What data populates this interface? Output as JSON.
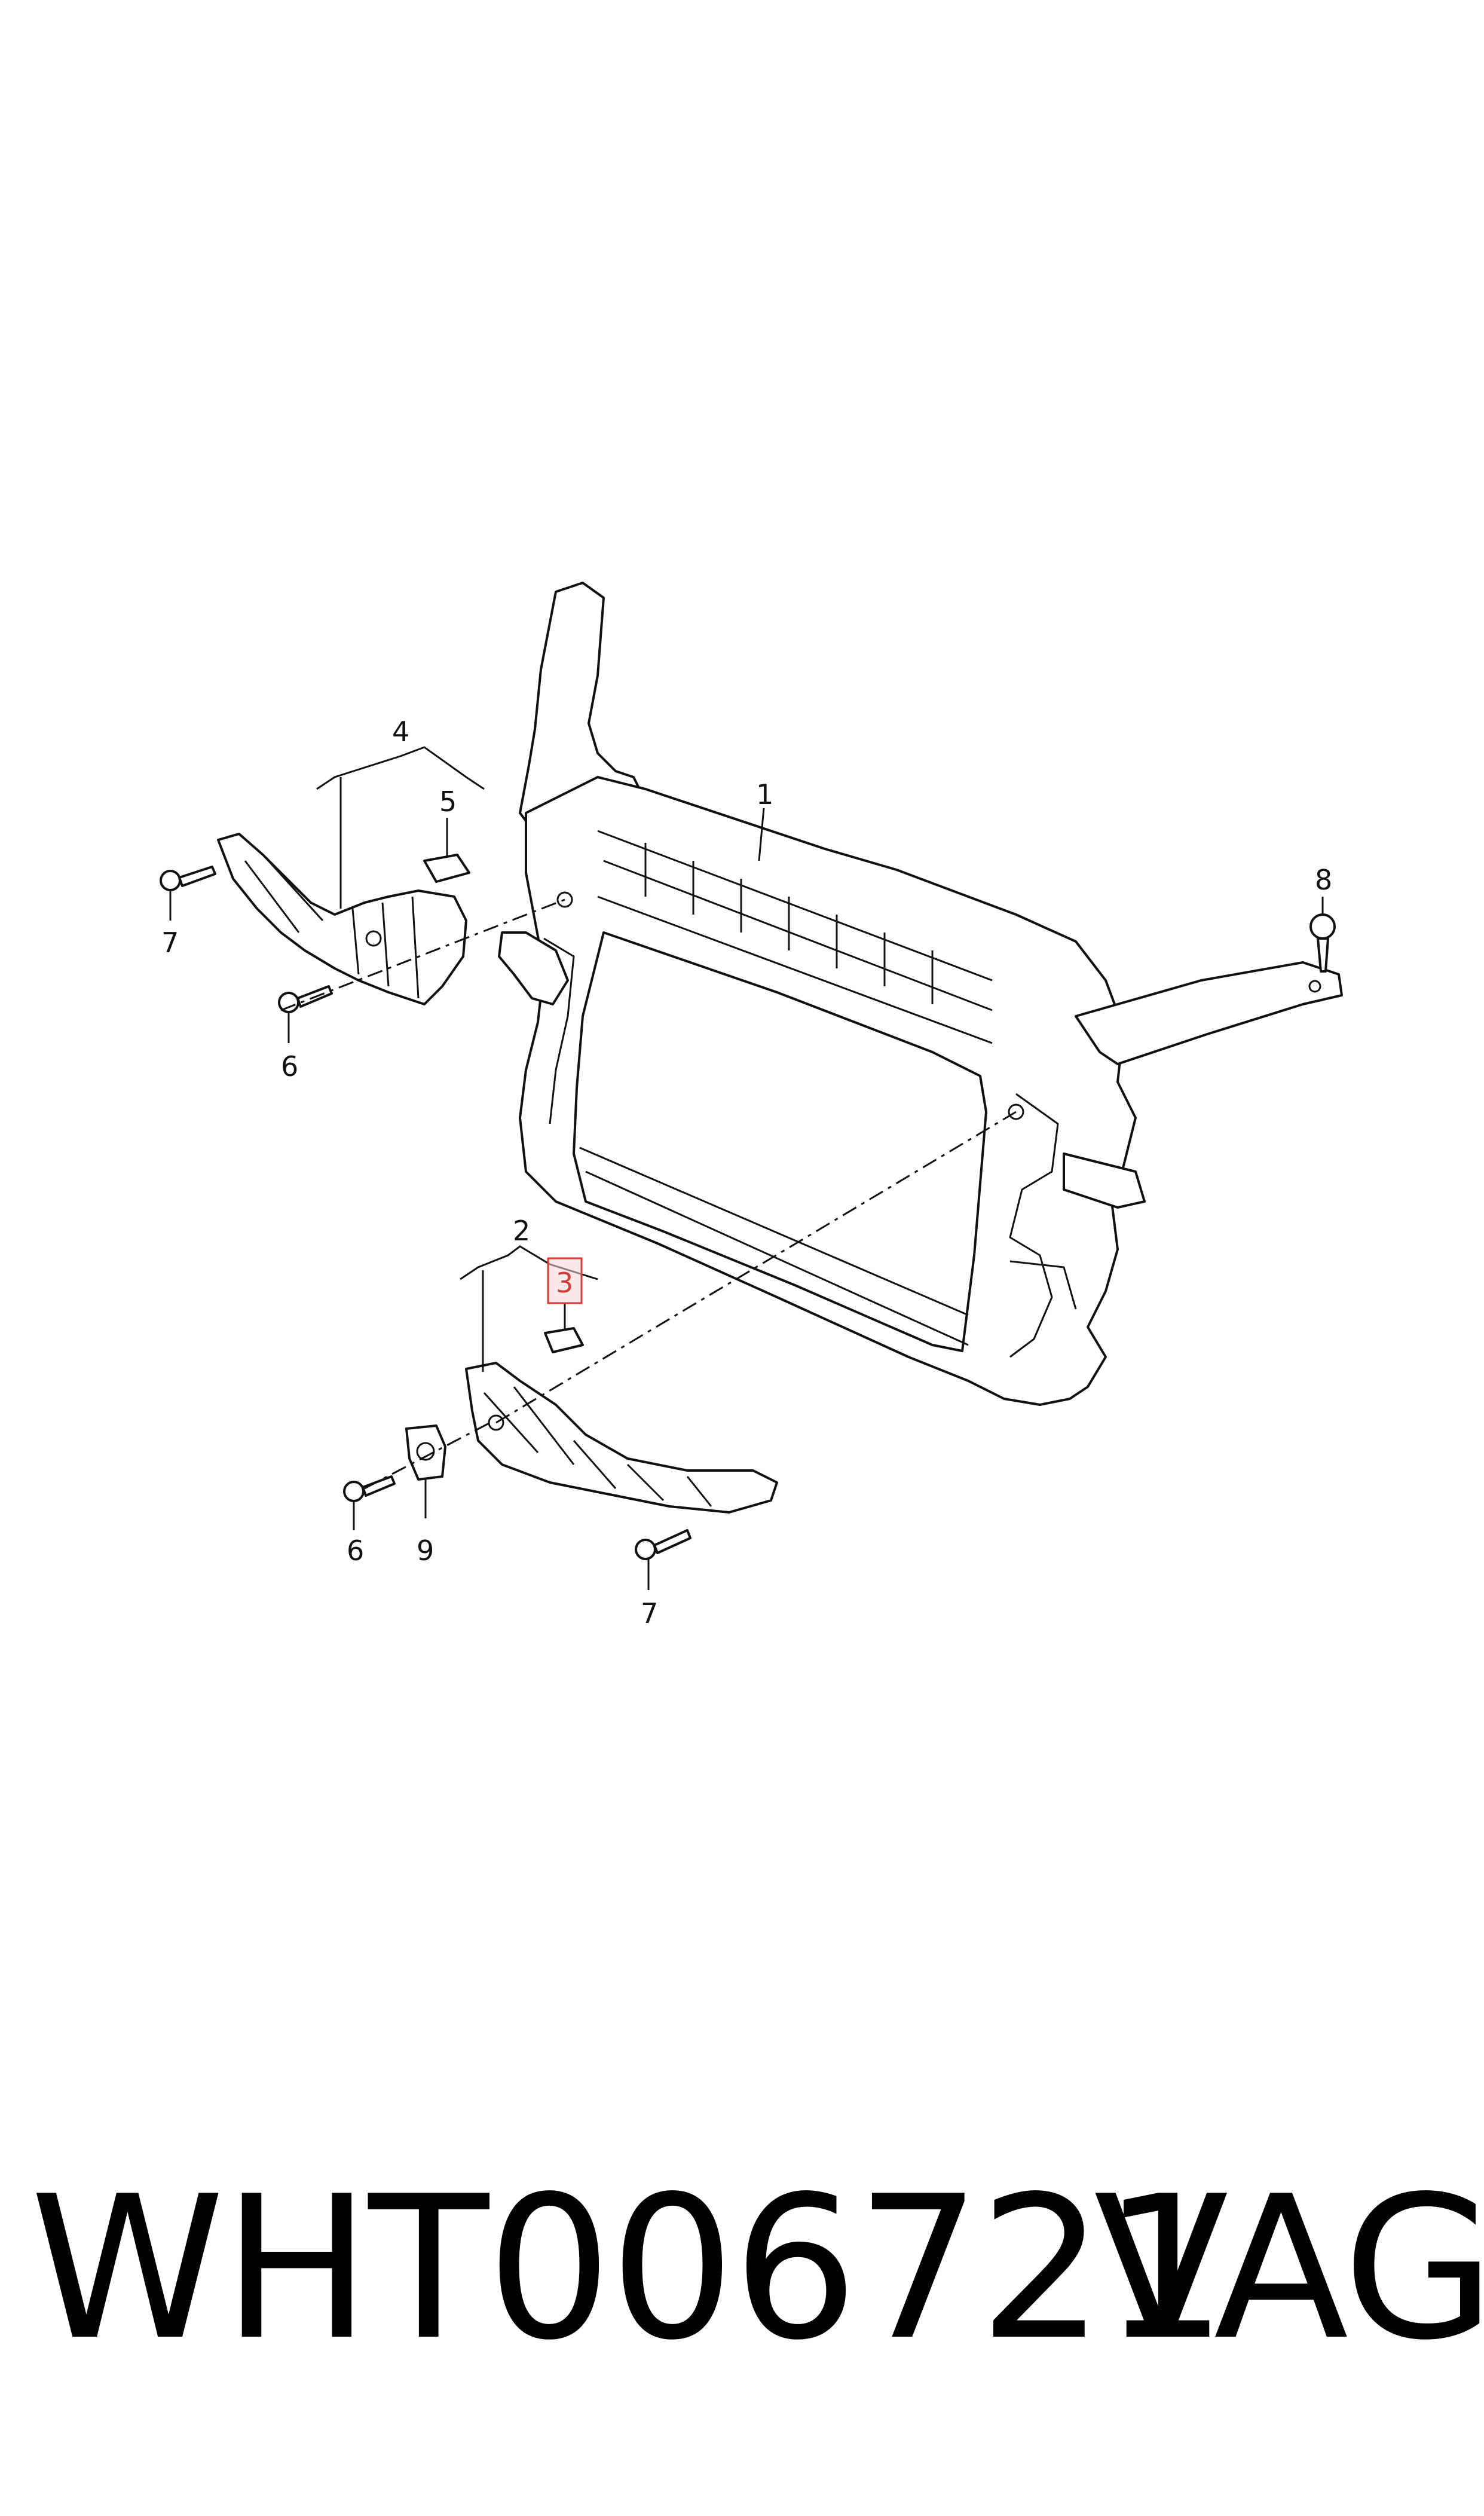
{
  "callouts": {
    "c1": "1",
    "c2": "2",
    "c3": "3",
    "c4": "4",
    "c5": "5",
    "c6a": "6",
    "c6b": "6",
    "c7a": "7",
    "c7b": "7",
    "c8": "8",
    "c9": "9"
  },
  "footer": {
    "part_number": "WHT006721",
    "brand": "VAG"
  },
  "colors": {
    "highlight": "#d33a3a",
    "line": "#111111",
    "background": "#ffffff"
  }
}
